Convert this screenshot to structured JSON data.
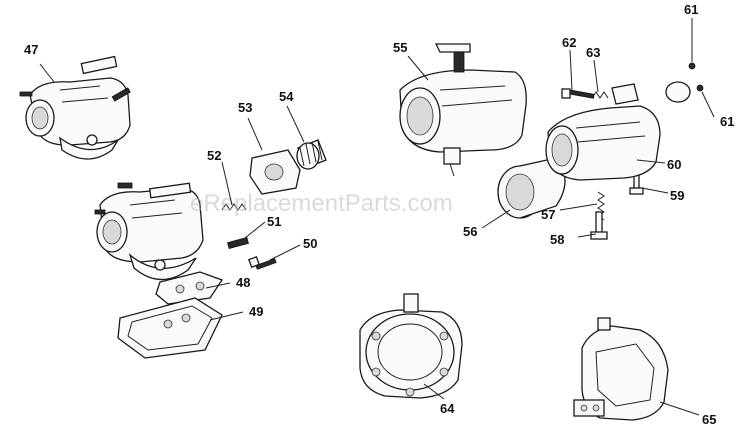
{
  "watermark": "eReplacementParts.com",
  "callouts": {
    "c47": "47",
    "c48": "48",
    "c49": "49",
    "c50": "50",
    "c51": "51",
    "c52": "52",
    "c53": "53",
    "c54": "54",
    "c55": "55",
    "c56": "56",
    "c57": "57",
    "c58": "58",
    "c59": "59",
    "c60": "60",
    "c61a": "61",
    "c61b": "61",
    "c62": "62",
    "c63": "63",
    "c64": "64",
    "c65": "65"
  }
}
